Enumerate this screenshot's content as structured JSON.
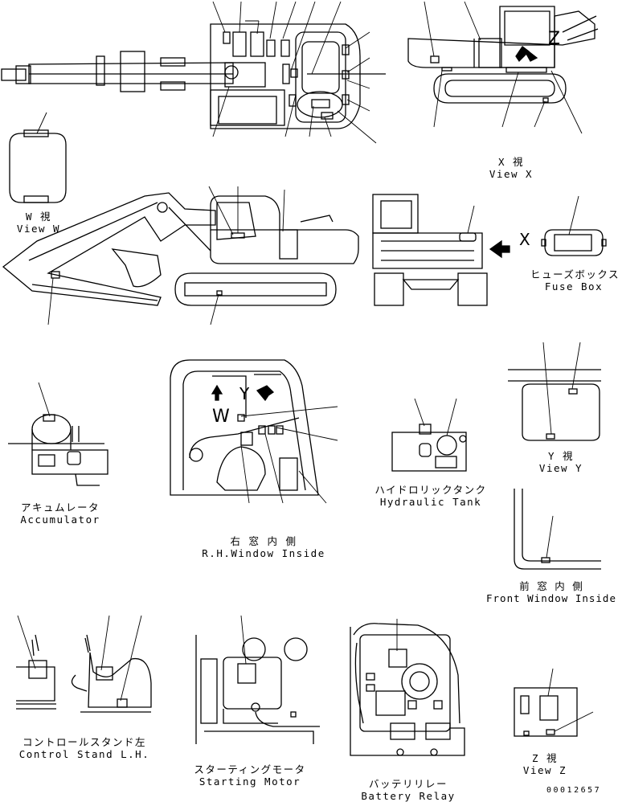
{
  "labels": {
    "view_w": {
      "jp": "W 視",
      "en": "View W"
    },
    "view_x": {
      "jp": "X 視",
      "en": "View X"
    },
    "view_y": {
      "jp": "Y 視",
      "en": "View Y"
    },
    "view_z": {
      "jp": "Z 視",
      "en": "View Z"
    },
    "fuse_box": {
      "jp": "ヒューズボックス",
      "en": "Fuse Box"
    },
    "accumulator": {
      "jp": "アキュムレータ",
      "en": "Accumulator"
    },
    "rh_window": {
      "jp": "右 窓 内 側",
      "en": "R.H.Window Inside"
    },
    "hydraulic_tank": {
      "jp": "ハイドロリックタンク",
      "en": "Hydraulic Tank"
    },
    "front_window": {
      "jp": "前 窓 内 側",
      "en": "Front Window Inside"
    },
    "control_stand": {
      "jp": "コントロールスタンド左",
      "en": "Control Stand L.H."
    },
    "starting_motor": {
      "jp": "スターティングモータ",
      "en": "Starting Motor"
    },
    "battery_relay": {
      "jp": "バッテリリレー",
      "en": "Battery Relay"
    }
  },
  "markers": {
    "x": "X",
    "y": "Y",
    "w": "W",
    "z": "Z"
  },
  "drawing_code": "00012657"
}
